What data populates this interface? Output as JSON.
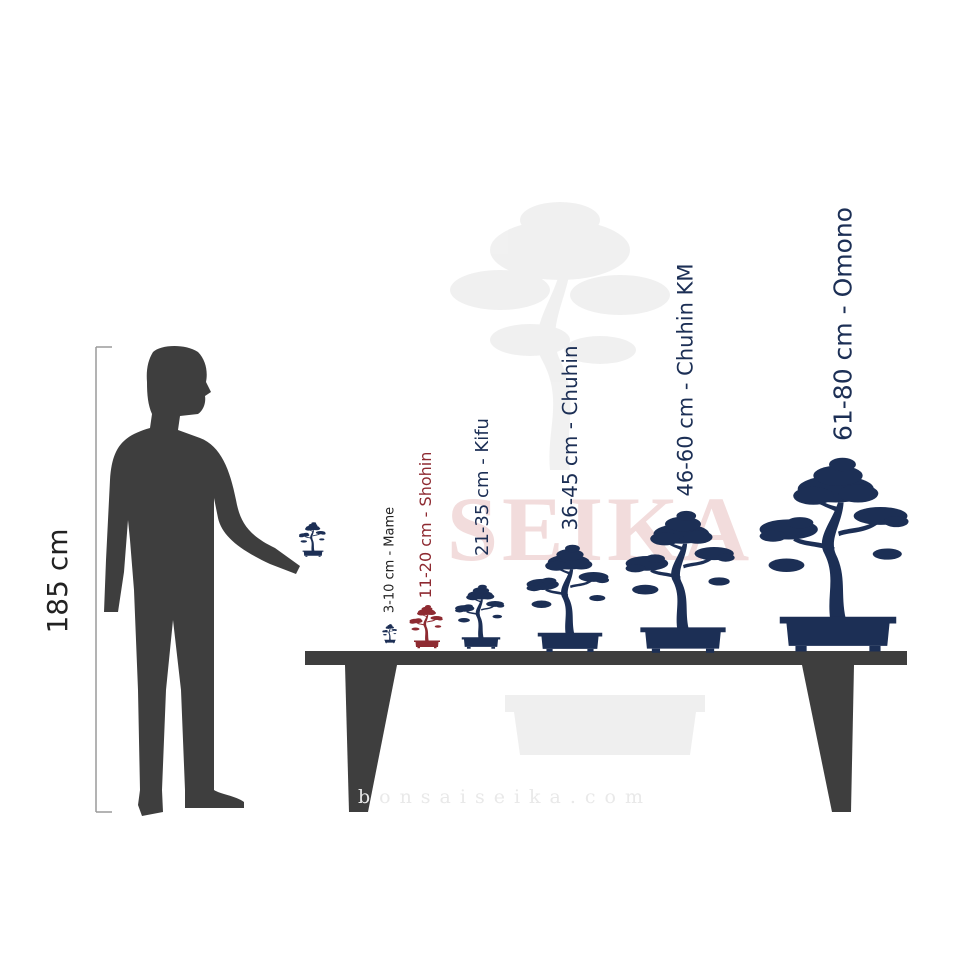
{
  "person": {
    "height_label": "185 cm"
  },
  "size_classes": [
    {
      "label": "3-10 cm - Mame"
    },
    {
      "label": "11-20 cm - Shohin"
    },
    {
      "label": "21-35 cm - Kifu"
    },
    {
      "label": "36-45 cm - Chuhin"
    },
    {
      "label": "46-60 cm - Chuhin KM"
    },
    {
      "label": "61-80 cm - Omono"
    }
  ],
  "watermark": {
    "logo_text": "SEIKA",
    "site": "bonsaiseika.com"
  },
  "colors": {
    "navy": "#1c2f55",
    "maroon": "#8e2a31",
    "silhouette": "#3e3e3e",
    "label_dark": "#222222",
    "watermark": "#e6e6e6",
    "watermark_logo": "#f2dcdc"
  },
  "icons": [
    "person-silhouette-icon",
    "bonsai-tree-icon",
    "table-icon"
  ]
}
